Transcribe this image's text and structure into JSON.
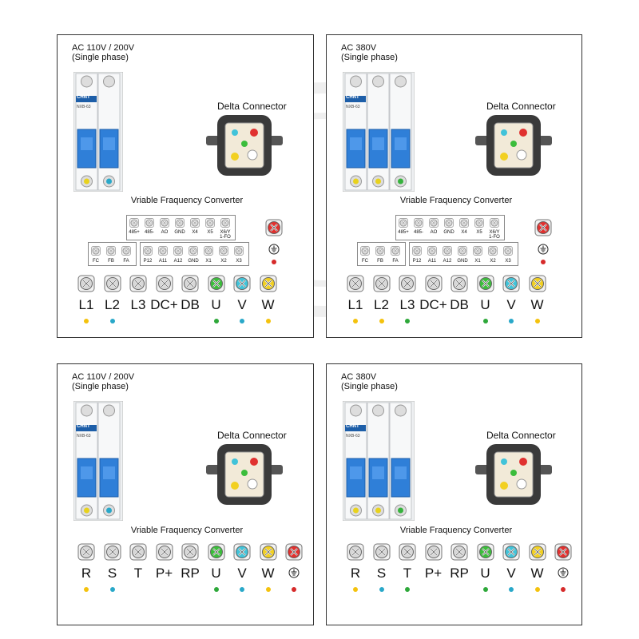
{
  "panels": [
    {
      "id": "tl",
      "title_line1": "AC 110V / 200V",
      "title_line2": "(Single phase)",
      "breaker_poles": 2,
      "breaker_brand": "CHNT",
      "breaker_model": "NXB-63",
      "delta_label": "Delta Connector",
      "vfc_label": "Vriable Fraquency Converter",
      "has_control_terminals": true,
      "has_small_ground": true,
      "main_terminals": [
        {
          "label": "L1",
          "fill": "#d7d7d7",
          "dot": "#f4c20d"
        },
        {
          "label": "L2",
          "fill": "#d7d7d7",
          "dot": "#29a8c9"
        },
        {
          "label": "L3",
          "fill": "#d7d7d7",
          "dot": null
        },
        {
          "label": "DC+",
          "fill": "#d7d7d7",
          "dot": null
        },
        {
          "label": "DB",
          "fill": "#d7d7d7",
          "dot": null
        },
        {
          "label": "U",
          "fill": "#3bbd3b",
          "dot": "#2ea83a"
        },
        {
          "label": "V",
          "fill": "#41c3d9",
          "dot": "#29a8c9"
        },
        {
          "label": "W",
          "fill": "#f2d021",
          "dot": "#f4c20d"
        }
      ]
    },
    {
      "id": "tr",
      "title_line1": "AC 380V",
      "title_line2": "(Single phase)",
      "breaker_poles": 3,
      "breaker_brand": "CHNT",
      "breaker_model": "NXB-63",
      "delta_label": "Delta Connector",
      "vfc_label": "Vriable Fraquency Converter",
      "has_control_terminals": true,
      "has_small_ground": true,
      "main_terminals": [
        {
          "label": "L1",
          "fill": "#d7d7d7",
          "dot": "#f4c20d"
        },
        {
          "label": "L2",
          "fill": "#d7d7d7",
          "dot": "#f4c20d"
        },
        {
          "label": "L3",
          "fill": "#d7d7d7",
          "dot": "#2ea83a"
        },
        {
          "label": "DC+",
          "fill": "#d7d7d7",
          "dot": null
        },
        {
          "label": "DB",
          "fill": "#d7d7d7",
          "dot": null
        },
        {
          "label": "U",
          "fill": "#3bbd3b",
          "dot": "#2ea83a"
        },
        {
          "label": "V",
          "fill": "#41c3d9",
          "dot": "#29a8c9"
        },
        {
          "label": "W",
          "fill": "#f2d021",
          "dot": "#f4c20d"
        }
      ]
    },
    {
      "id": "bl",
      "title_line1": "AC 110V / 200V",
      "title_line2": "(Single phase)",
      "breaker_poles": 2,
      "breaker_brand": "CHNT",
      "breaker_model": "NXB-63",
      "delta_label": "Delta Connector",
      "vfc_label": "Vriable Fraquency Converter",
      "has_control_terminals": false,
      "has_small_ground": false,
      "main_terminals": [
        {
          "label": "R",
          "fill": "#d7d7d7",
          "dot": "#f4c20d"
        },
        {
          "label": "S",
          "fill": "#d7d7d7",
          "dot": "#29a8c9"
        },
        {
          "label": "T",
          "fill": "#d7d7d7",
          "dot": null
        },
        {
          "label": "P+",
          "fill": "#d7d7d7",
          "dot": null
        },
        {
          "label": "RP",
          "fill": "#d7d7d7",
          "dot": null
        },
        {
          "label": "U",
          "fill": "#3bbd3b",
          "dot": "#2ea83a"
        },
        {
          "label": "V",
          "fill": "#41c3d9",
          "dot": "#29a8c9"
        },
        {
          "label": "W",
          "fill": "#f2d021",
          "dot": "#f4c20d"
        },
        {
          "label": "⏚",
          "fill": "#e0312f",
          "dot": "#d62a2a",
          "ground": true
        }
      ]
    },
    {
      "id": "br",
      "title_line1": "AC 380V",
      "title_line2": "(Single phase)",
      "breaker_poles": 3,
      "breaker_brand": "CHNT",
      "breaker_model": "NXB-63",
      "delta_label": "Delta Connector",
      "vfc_label": "Vriable Fraquency Converter",
      "has_control_terminals": false,
      "has_small_ground": false,
      "main_terminals": [
        {
          "label": "R",
          "fill": "#d7d7d7",
          "dot": "#f4c20d"
        },
        {
          "label": "S",
          "fill": "#d7d7d7",
          "dot": "#29a8c9"
        },
        {
          "label": "T",
          "fill": "#d7d7d7",
          "dot": "#2ea83a"
        },
        {
          "label": "P+",
          "fill": "#d7d7d7",
          "dot": null
        },
        {
          "label": "RP",
          "fill": "#d7d7d7",
          "dot": null
        },
        {
          "label": "U",
          "fill": "#3bbd3b",
          "dot": "#2ea83a"
        },
        {
          "label": "V",
          "fill": "#41c3d9",
          "dot": "#29a8c9"
        },
        {
          "label": "W",
          "fill": "#f2d021",
          "dot": "#f4c20d"
        },
        {
          "label": "⏚",
          "fill": "#e0312f",
          "dot": "#d62a2a",
          "ground": true
        }
      ]
    }
  ],
  "control_terminals": {
    "top_row": [
      "485+",
      "485-",
      "AO",
      "GND",
      "X4",
      "X5",
      "X6/Y\n1-FO"
    ],
    "bottom_left": [
      "FC",
      "FB",
      "FA"
    ],
    "bottom_right": [
      "P12",
      "A11",
      "A12",
      "GND",
      "X1",
      "X2",
      "X3"
    ]
  },
  "colors": {
    "panel_border": "#333333",
    "breaker_blue": "#2f7fd8",
    "connector_dark": "#3a3a3a",
    "ground_red": "#e0312f"
  }
}
